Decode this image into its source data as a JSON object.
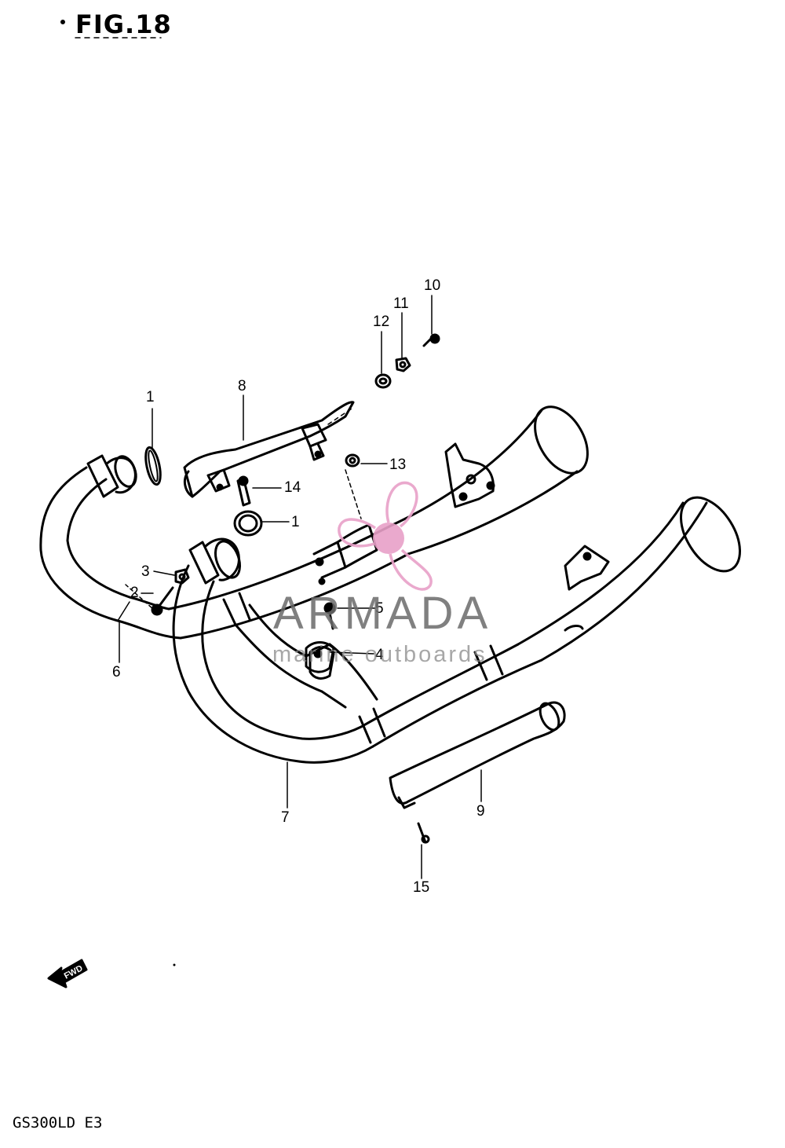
{
  "figure": {
    "title": "FIG.18",
    "model": "GS300LD E3",
    "fwd_label": "FWD"
  },
  "callouts": [
    {
      "id": "c1a",
      "label": "1"
    },
    {
      "id": "c1b",
      "label": "1"
    },
    {
      "id": "c2",
      "label": "2"
    },
    {
      "id": "c3",
      "label": "3"
    },
    {
      "id": "c4",
      "label": "4"
    },
    {
      "id": "c5",
      "label": "5"
    },
    {
      "id": "c6",
      "label": "6"
    },
    {
      "id": "c7",
      "label": "7"
    },
    {
      "id": "c8",
      "label": "8"
    },
    {
      "id": "c9",
      "label": "9"
    },
    {
      "id": "c10",
      "label": "10"
    },
    {
      "id": "c11",
      "label": "11"
    },
    {
      "id": "c12",
      "label": "12"
    },
    {
      "id": "c13",
      "label": "13"
    },
    {
      "id": "c14",
      "label": "14"
    },
    {
      "id": "c15",
      "label": "15"
    }
  ],
  "watermark": {
    "brand": "ARMADA",
    "tagline": "marine outboards",
    "accent_color": "#e8a0c8"
  }
}
